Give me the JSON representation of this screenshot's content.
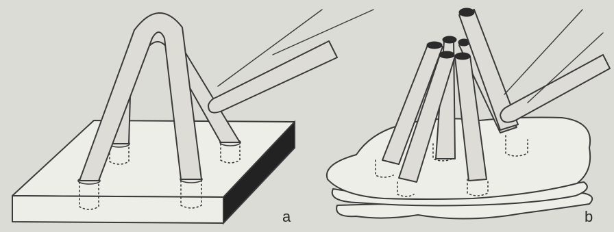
{
  "figure": {
    "background": "#dcdcd6",
    "stroke_color": "#3a3a3a",
    "panels": [
      {
        "id": "a",
        "label": "a",
        "content": "arched-tubes-on-slab"
      },
      {
        "id": "b",
        "label": "b",
        "content": "tube-cluster-on-irregular-mass"
      }
    ]
  }
}
